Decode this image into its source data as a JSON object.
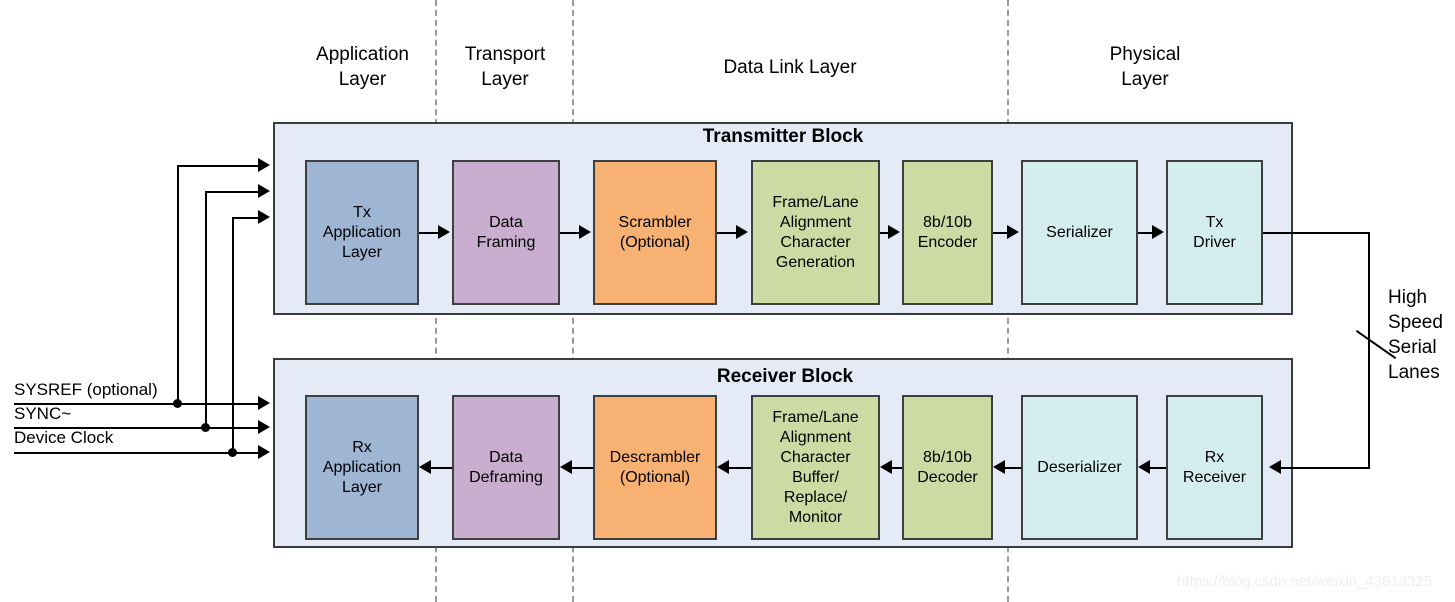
{
  "layers": [
    {
      "name": "application-layer",
      "label": "Application\nLayer"
    },
    {
      "name": "transport-layer",
      "label": "Transport\nLayer"
    },
    {
      "name": "data-link-layer",
      "label": "Data Link Layer"
    },
    {
      "name": "physical-layer",
      "label": "Physical\nLayer"
    }
  ],
  "transmitter": {
    "title": "Transmitter Block",
    "blocks": [
      {
        "key": "tx-application-layer",
        "label": "Tx\nApplication\nLayer",
        "color": "#9eb6d4"
      },
      {
        "key": "data-framing",
        "label": "Data\nFraming",
        "color": "#c9aed0"
      },
      {
        "key": "scrambler",
        "label": "Scrambler\n(Optional)",
        "color": "#f7b273"
      },
      {
        "key": "frame-lane-alignment-gen",
        "label": "Frame/Lane\nAlignment\nCharacter\nGeneration",
        "color": "#cbdba3"
      },
      {
        "key": "8b10b-encoder",
        "label": "8b/10b\nEncoder",
        "color": "#cbdba3"
      },
      {
        "key": "serializer",
        "label": "Serializer",
        "color": "#d4edef"
      },
      {
        "key": "tx-driver",
        "label": "Tx\nDriver",
        "color": "#d4edef"
      }
    ]
  },
  "receiver": {
    "title": "Receiver Block",
    "blocks": [
      {
        "key": "rx-application-layer",
        "label": "Rx\nApplication\nLayer",
        "color": "#9eb6d4"
      },
      {
        "key": "data-deframing",
        "label": "Data\nDeframing",
        "color": "#c9aed0"
      },
      {
        "key": "descrambler",
        "label": "Descrambler\n(Optional)",
        "color": "#f7b273"
      },
      {
        "key": "frame-lane-alignment-buf",
        "label": "Frame/Lane\nAlignment\nCharacter\nBuffer/\nReplace/\nMonitor",
        "color": "#cbdba3"
      },
      {
        "key": "8b10b-decoder",
        "label": "8b/10b\nDecoder",
        "color": "#cbdba3"
      },
      {
        "key": "deserializer",
        "label": "Deserializer",
        "color": "#d4edef"
      },
      {
        "key": "rx-receiver",
        "label": "Rx\nReceiver",
        "color": "#d4edef"
      }
    ]
  },
  "signals": [
    {
      "key": "sysref",
      "label": "SYSREF (optional)"
    },
    {
      "key": "sync",
      "label": "SYNC~"
    },
    {
      "key": "device-clock",
      "label": "Device Clock"
    }
  ],
  "annotations": {
    "high_speed_serial_lanes": "High\nSpeed\nSerial\nLanes"
  },
  "watermark": "https://blog.csdn.net/weixin_43813325",
  "colors": {
    "group_fill": "#e4ebf7",
    "outline": "#3f3f3f",
    "divider": "#9a9a9a",
    "blue": "#9eb6d4",
    "purple": "#c9aed0",
    "orange": "#f7b273",
    "green": "#cbdba3",
    "cyan": "#d4edef"
  }
}
